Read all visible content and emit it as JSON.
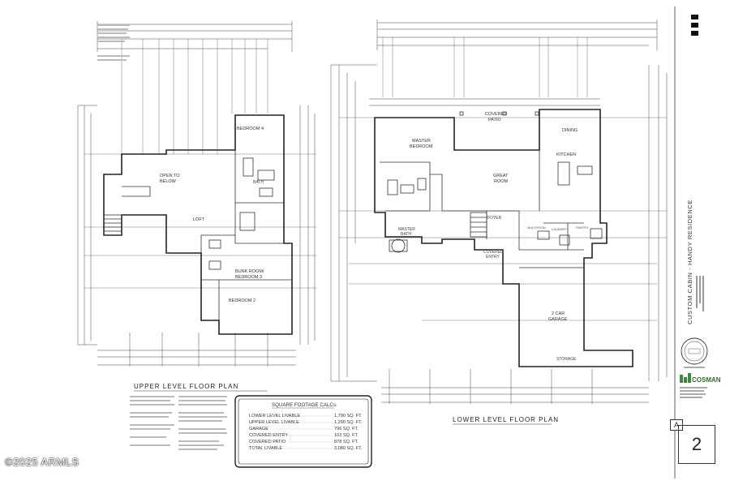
{
  "upper_plan": {
    "title": "UPPER LEVEL FLOOR PLAN",
    "rooms": {
      "bedroom4": "BEDROOM 4",
      "open_to_below_1": "OPEN TO",
      "open_to_below_2": "BELOW",
      "loft": "LOFT",
      "bath": "BATH",
      "bunk_room_1": "BUNK ROOM/",
      "bunk_room_2": "BEDROOM 3",
      "bedroom2": "BEDROOM 2"
    }
  },
  "lower_plan": {
    "title": "LOWER LEVEL FLOOR PLAN",
    "rooms": {
      "covered_patio_1": "COVERED",
      "covered_patio_2": "PATIO",
      "dining": "DINING",
      "master_bedroom_1": "MASTER",
      "master_bedroom_2": "BEDROOM",
      "kitchen": "KITCHEN",
      "great_room_1": "GREAT",
      "great_room_2": "ROOM",
      "foyer": "FOYER",
      "master_bath_1": "MASTER",
      "master_bath_2": "BATH",
      "mud_room": "MUD ROOM",
      "laundry": "LAUNDRY",
      "pantry": "PANTRY",
      "covered_entry_1": "COVERED",
      "covered_entry_2": "ENTRY",
      "garage_1": "2 CAR",
      "garage_2": "GARAGE",
      "storage": "STORAGE"
    }
  },
  "sqft": {
    "title": "SQUARE FOOTAGE CALCs.",
    "rows": [
      {
        "label": "LOWER LEVEL LIVABLE",
        "value": "1,790 SQ. FT."
      },
      {
        "label": "UPPER LEVEL LIVABLE",
        "value": "1,290 SQ. FT."
      },
      {
        "label": "GARAGE",
        "value": "796 SQ. FT."
      },
      {
        "label": "COVERED ENTRY",
        "value": "103 SQ. FT."
      },
      {
        "label": "COVERED PATIO",
        "value": "878 SQ. FT."
      }
    ],
    "total_label": "TOTAL LIVABLE",
    "total_value": "3,080 SQ. FT."
  },
  "title_block": {
    "project": "CUSTOM CABIN - HANDY RESIDENCE",
    "company": "COSMAN",
    "sheet_letter": "A",
    "sheet_number": "2"
  },
  "watermark": "©2025 ARMLS",
  "colors": {
    "line": "#222222",
    "logo_green": "#3a8a3a"
  }
}
